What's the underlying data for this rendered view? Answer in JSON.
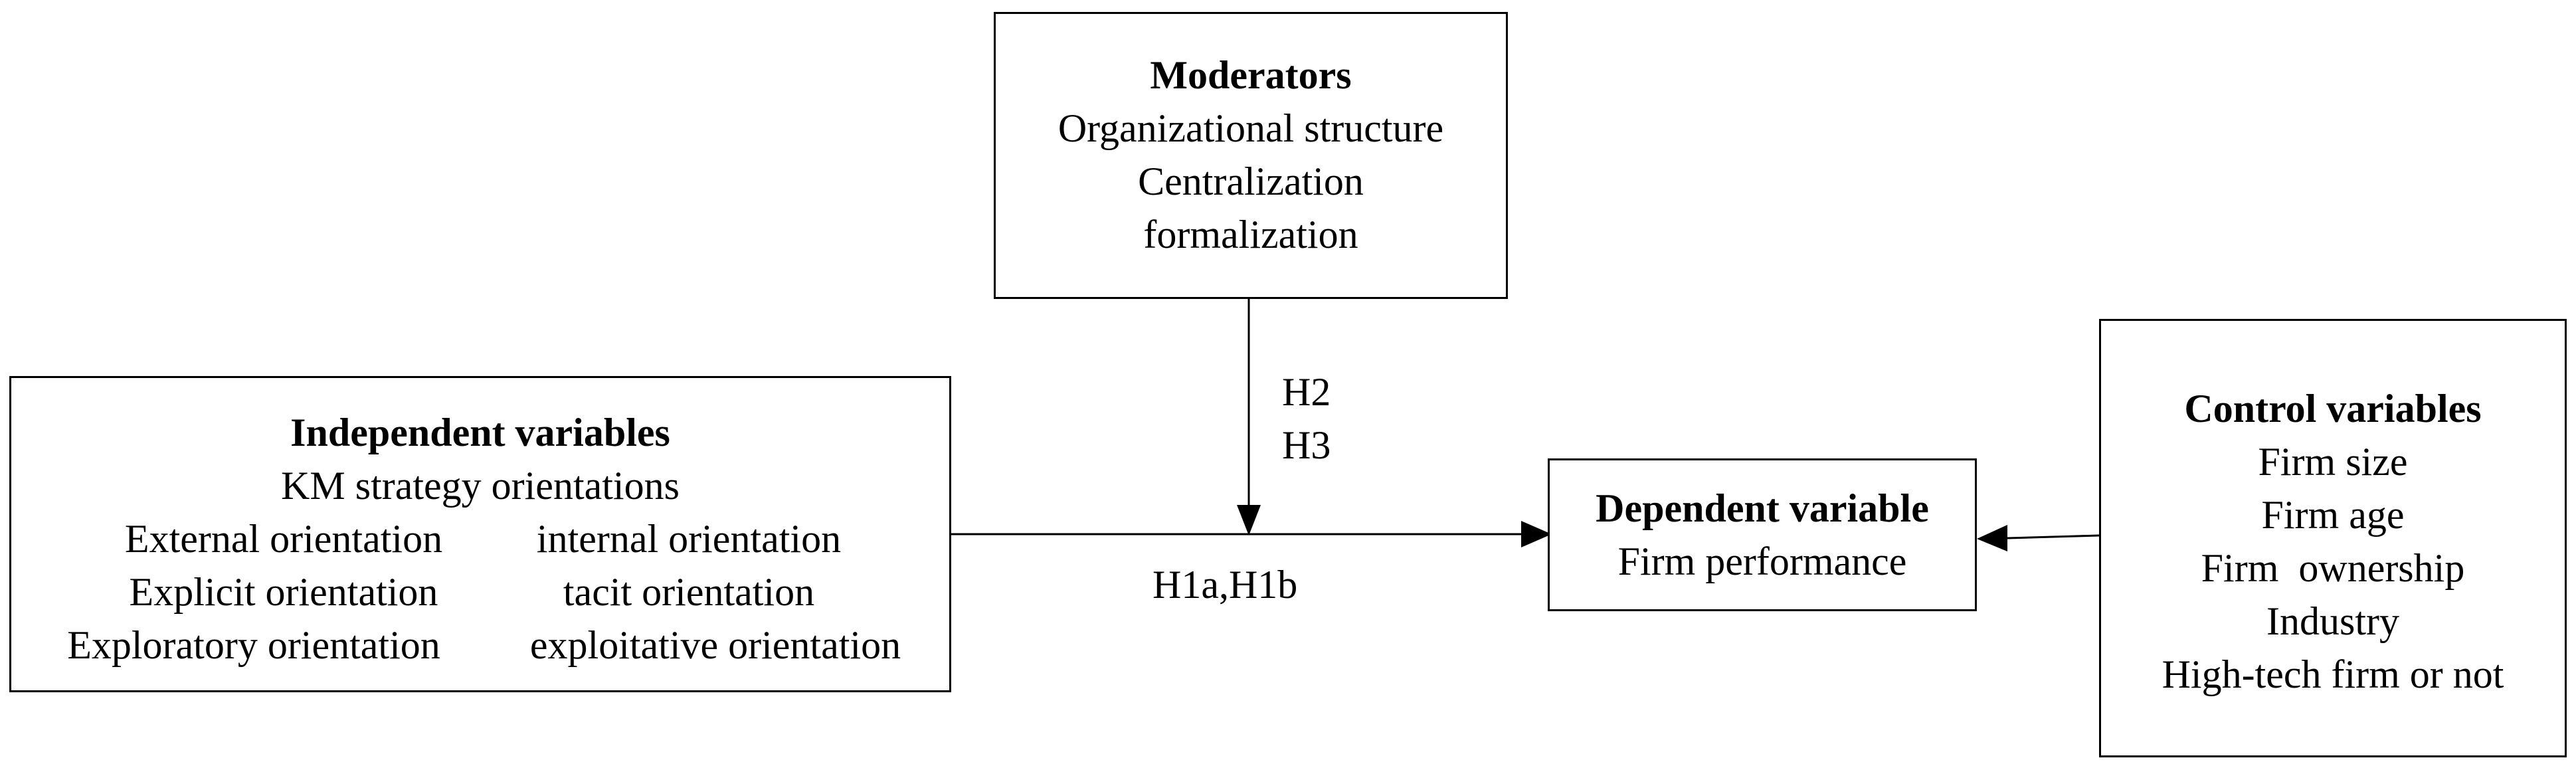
{
  "moderators": {
    "title": "Moderators",
    "items": [
      "Organizational structure",
      "Centralization",
      "formalization"
    ]
  },
  "independent": {
    "title": "Independent variables",
    "subtitle": "KM strategy orientations",
    "pairs": [
      {
        "left": "External orientation",
        "right": "internal orientation"
      },
      {
        "left": "Explicit orientation",
        "right": "tacit orientation"
      },
      {
        "left": "Exploratory orientation",
        "right": "exploitative orientation"
      }
    ]
  },
  "dependent": {
    "title": "Dependent variable",
    "item": "Firm performance"
  },
  "control": {
    "title": "Control variables",
    "items": [
      "Firm size",
      "Firm age",
      "Firm  ownership",
      "Industry",
      "High-tech firm or not"
    ]
  },
  "labels": {
    "h2": "H2",
    "h3": "H3",
    "h1": "H1a,H1b"
  }
}
